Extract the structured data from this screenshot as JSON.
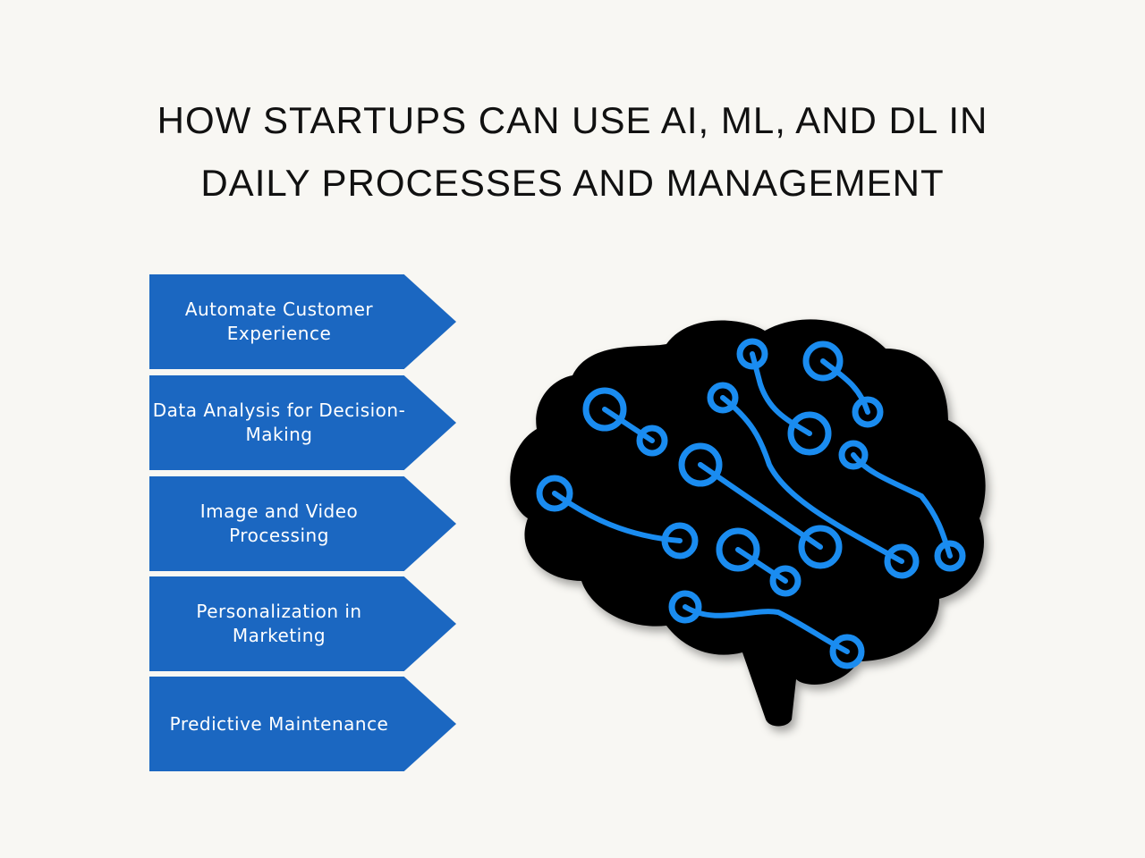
{
  "title": {
    "line1": "HOW STARTUPS CAN USE AI, ML, AND DL IN",
    "line2": "DAILY PROCESSES AND MANAGEMENT"
  },
  "items": [
    {
      "label": "Automate Customer Experience"
    },
    {
      "label": "Data Analysis for Decision-Making"
    },
    {
      "label": "Image and Video Processing"
    },
    {
      "label": "Personalization in Marketing"
    },
    {
      "label": "Predictive Maintenance"
    }
  ],
  "colors": {
    "arrow": "#1b67c1",
    "circuit": "#1a8cf0",
    "brain": "#000000"
  }
}
